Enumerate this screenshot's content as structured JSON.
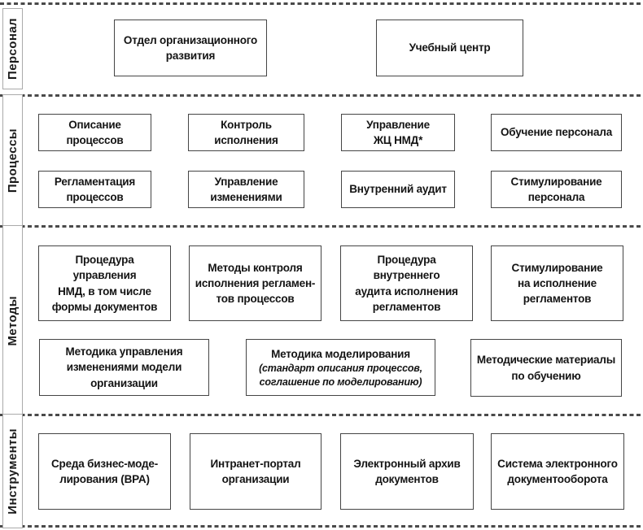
{
  "bands": [
    {
      "label": "Персонал",
      "boxes": [
        {
          "text": "Отдел организационного\nразвития"
        },
        {
          "text": "Учебный центр"
        }
      ]
    },
    {
      "label": "Процессы",
      "boxes": [
        {
          "text": "Описание\nпроцессов"
        },
        {
          "text": "Контроль\nисполнения"
        },
        {
          "text": "Управление\nЖЦ НМД*"
        },
        {
          "text": "Обучение персонала"
        },
        {
          "text": "Регламентация\nпроцессов"
        },
        {
          "text": "Управление\nизменениями"
        },
        {
          "text": "Внутренний аудит"
        },
        {
          "text": "Стимулирование\nперсонала"
        }
      ]
    },
    {
      "label": "Методы",
      "boxes": [
        {
          "text": "Процедура управления\nНМД, в том числе\nформы документов"
        },
        {
          "text": "Методы контроля\nисполнения регламен-\nтов процессов"
        },
        {
          "text": "Процедура внутреннего\nаудита исполнения\nрегламентов"
        },
        {
          "text": "Стимулирование\nна исполнение\nрегламентов"
        },
        {
          "text": "Методика управления\nизменениями модели\nорганизации"
        },
        {
          "text": "Методика моделирования",
          "note": "(стандарт описания процессов,\nсоглашение по моделированию)"
        },
        {
          "text": "Методические материалы\nпо обучению"
        }
      ]
    },
    {
      "label": "Инструменты",
      "boxes": [
        {
          "text": "Среда бизнес-моде-\nлирования (BPA)"
        },
        {
          "text": "Интранет-портал\nорганизации"
        },
        {
          "text": "Электронный архив\nдокументов"
        },
        {
          "text": "Система электронного\nдокументооборота"
        }
      ]
    }
  ]
}
